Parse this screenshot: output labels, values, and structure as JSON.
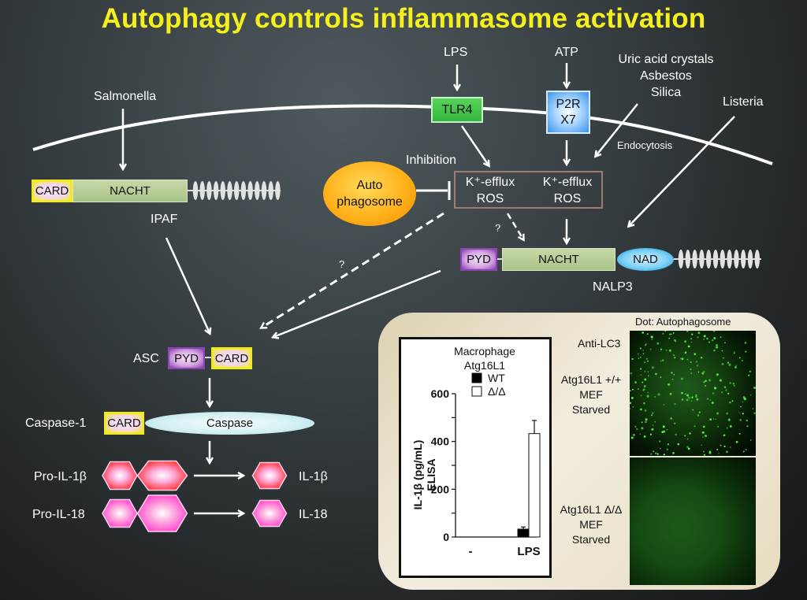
{
  "title": "Autophagy controls inflammasome activation",
  "stimuli": {
    "lps": "LPS",
    "atp": "ATP",
    "particulates": [
      "Uric acid crystals",
      "Asbestos",
      "Silica"
    ],
    "salmonella": "Salmonella",
    "listeria": "Listeria",
    "endocytosis": "Endocytosis"
  },
  "receptors": {
    "tlr4": "TLR4",
    "p2rx7_line1": "P2R",
    "p2rx7_line2": "X7"
  },
  "ipaf": {
    "card": "CARD",
    "nacht": "NACHT",
    "name": "IPAF"
  },
  "autophagosome": {
    "line1": "Auto",
    "line2": "phagosome",
    "inhibition_label": "Inhibition"
  },
  "ros_box": {
    "left_line1": "K⁺-efflux",
    "left_line2": "ROS",
    "right_line1": "K⁺-efflux",
    "right_line2": "ROS"
  },
  "question_marks": [
    "?",
    "?"
  ],
  "nalp3": {
    "pyd": "PYD",
    "nacht": "NACHT",
    "nad": "NAD",
    "name": "NALP3"
  },
  "asc": {
    "name": "ASC",
    "pyd": "PYD",
    "card": "CARD"
  },
  "caspase1": {
    "name": "Caspase-1",
    "card": "CARD",
    "caspase": "Caspase"
  },
  "cytokines": [
    {
      "pro": "Pro-IL-1β",
      "mature": "IL-1β",
      "color": "#ff1a1a"
    },
    {
      "pro": "Pro-IL-18",
      "mature": "IL-18",
      "color": "#ff33cc"
    }
  ],
  "micrographs": {
    "header": "Dot: Autophagosome",
    "stain": "Anti-LC3",
    "top_label": [
      "Atg16L1 +/+",
      "MEF",
      "Starved"
    ],
    "bottom_label": [
      "Atg16L1 Δ/Δ",
      "MEF",
      "Starved"
    ]
  },
  "chart_data": {
    "type": "bar",
    "title": "Macrophage Atg16L1",
    "title_lines": [
      "Macrophage",
      "Atg16L1"
    ],
    "xlabel": "",
    "ylabel_lines": [
      "IL-1β (pg/mL)",
      "ELISA"
    ],
    "categories": [
      "-",
      "LPS"
    ],
    "ylim": [
      0,
      600
    ],
    "yticks": [
      0,
      200,
      400,
      600
    ],
    "minor_yticks": [
      100,
      300,
      500
    ],
    "legend": [
      {
        "name": "WT",
        "fill": "#000000"
      },
      {
        "name": "Δ/Δ",
        "fill": "#ffffff"
      }
    ],
    "legend_position": "top",
    "series": [
      {
        "name": "WT",
        "values": [
          0,
          33
        ],
        "errors": [
          0,
          9
        ]
      },
      {
        "name": "Δ/Δ",
        "values": [
          0,
          433
        ],
        "errors": [
          0,
          55
        ]
      }
    ],
    "grid": false
  }
}
